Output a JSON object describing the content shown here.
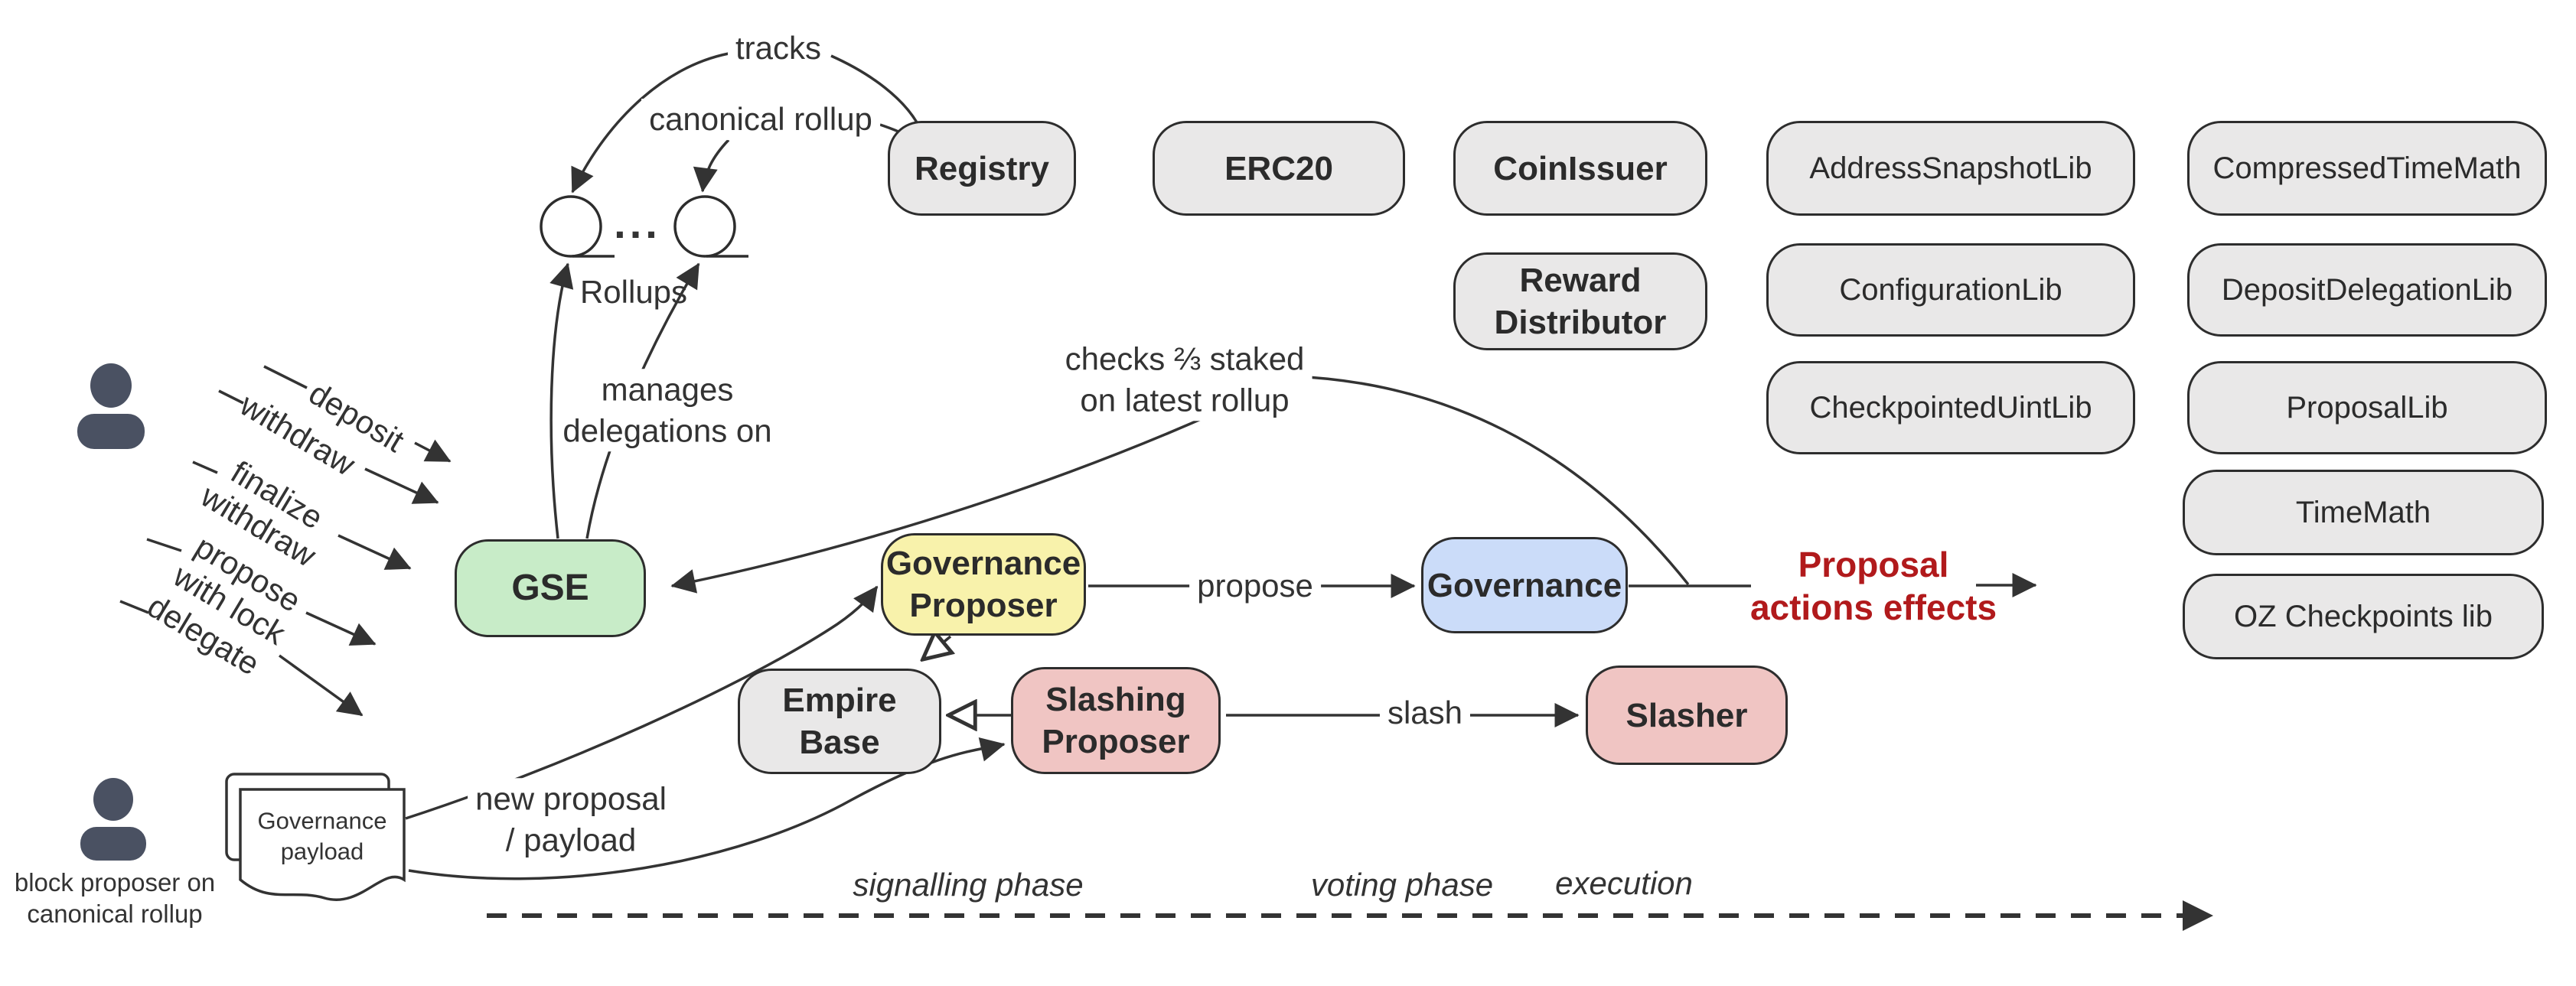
{
  "diagram": {
    "nodes": {
      "registry": {
        "label": "Registry"
      },
      "erc20": {
        "label": "ERC20"
      },
      "coin_issuer": {
        "label": "CoinIssuer"
      },
      "reward_distributor": {
        "label": "Reward\nDistributor"
      },
      "address_snapshot_lib": {
        "label": "AddressSnapshotLib"
      },
      "compressed_time_math": {
        "label": "CompressedTimeMath"
      },
      "configuration_lib": {
        "label": "ConfigurationLib"
      },
      "deposit_delegation_lib": {
        "label": "DepositDelegationLib"
      },
      "checkpointed_uint_lib": {
        "label": "CheckpointedUintLib"
      },
      "proposal_lib": {
        "label": "ProposalLib"
      },
      "time_math": {
        "label": "TimeMath"
      },
      "oz_checkpoints_lib": {
        "label": "OZ Checkpoints lib"
      },
      "gse": {
        "label": "GSE"
      },
      "governance_proposer": {
        "label": "Governance\nProposer"
      },
      "governance": {
        "label": "Governance"
      },
      "empire_base": {
        "label": "Empire\nBase"
      },
      "slashing_proposer": {
        "label": "Slashing\nProposer"
      },
      "slasher": {
        "label": "Slasher"
      }
    },
    "edge_labels": {
      "tracks": "tracks",
      "canonical_rollup": "canonical rollup",
      "rollups": "Rollups",
      "ellipsis": "...",
      "manages_delegations": "manages\ndelegations on",
      "checks_staked": "checks ⅔ staked\non latest rollup",
      "propose": "propose",
      "slash": "slash",
      "new_proposal": "new proposal\n/ payload",
      "proposal_actions": "Proposal\nactions effects"
    },
    "user_actions": [
      "deposit",
      "withdraw",
      "finalize\nwithdraw",
      "propose\nwith lock",
      "delegate"
    ],
    "actors": {
      "block_proposer_label": "block proposer on\ncanonical rollup"
    },
    "document": {
      "label": "Governance\npayload"
    },
    "timeline": {
      "phases": [
        "signalling phase",
        "voting phase",
        "execution"
      ]
    },
    "colors": {
      "node_gray": "#e9e8e8",
      "node_green": "#c8ecc8",
      "node_yellow": "#f8f2ab",
      "node_blue": "#cbdcf9",
      "node_pink": "#f0c5c3",
      "border": "#2d2d2d",
      "edge": "#333333",
      "accent_red": "#b11a1c",
      "person": "#4a5162"
    }
  }
}
